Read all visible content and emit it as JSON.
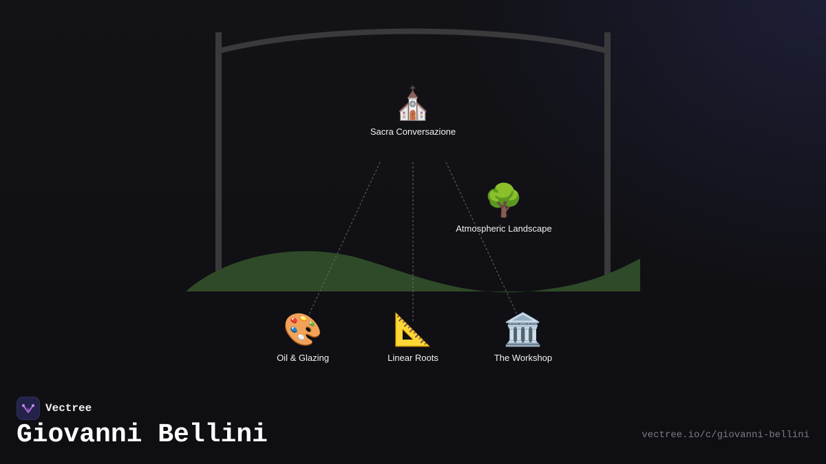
{
  "nodes": {
    "sacra": {
      "icon": "⛪",
      "icon_name": "church-icon",
      "label": "Sacra Conversazione"
    },
    "atmospheric": {
      "icon": "🌳",
      "icon_name": "tree-icon",
      "label": "Atmospheric Landscape"
    },
    "oil": {
      "icon": "🎨",
      "icon_name": "palette-icon",
      "label": "Oil & Glazing"
    },
    "linear": {
      "icon": "📐",
      "icon_name": "triangular-ruler-icon",
      "label": "Linear Roots"
    },
    "workshop": {
      "icon": "🏛️",
      "icon_name": "classical-building-icon",
      "label": "The Workshop"
    }
  },
  "edges": [
    {
      "from": "sacra",
      "to": "oil"
    },
    {
      "from": "sacra",
      "to": "linear"
    },
    {
      "from": "sacra",
      "to": "workshop"
    }
  ],
  "brand": {
    "name": "Vectree",
    "logo_icon": "vectree-logo-icon"
  },
  "page": {
    "title": "Giovanni Bellini",
    "url": "vectree.io/c/giovanni-bellini"
  },
  "colors": {
    "background": "#111115",
    "frame": "#3a3a3d",
    "hill": "#2f4a28",
    "edge": "#6b6b70",
    "label": "#f2f2f2",
    "logo_bg": "#23234a",
    "logo_accent": "#b06ce0",
    "url": "#7b7b82"
  }
}
